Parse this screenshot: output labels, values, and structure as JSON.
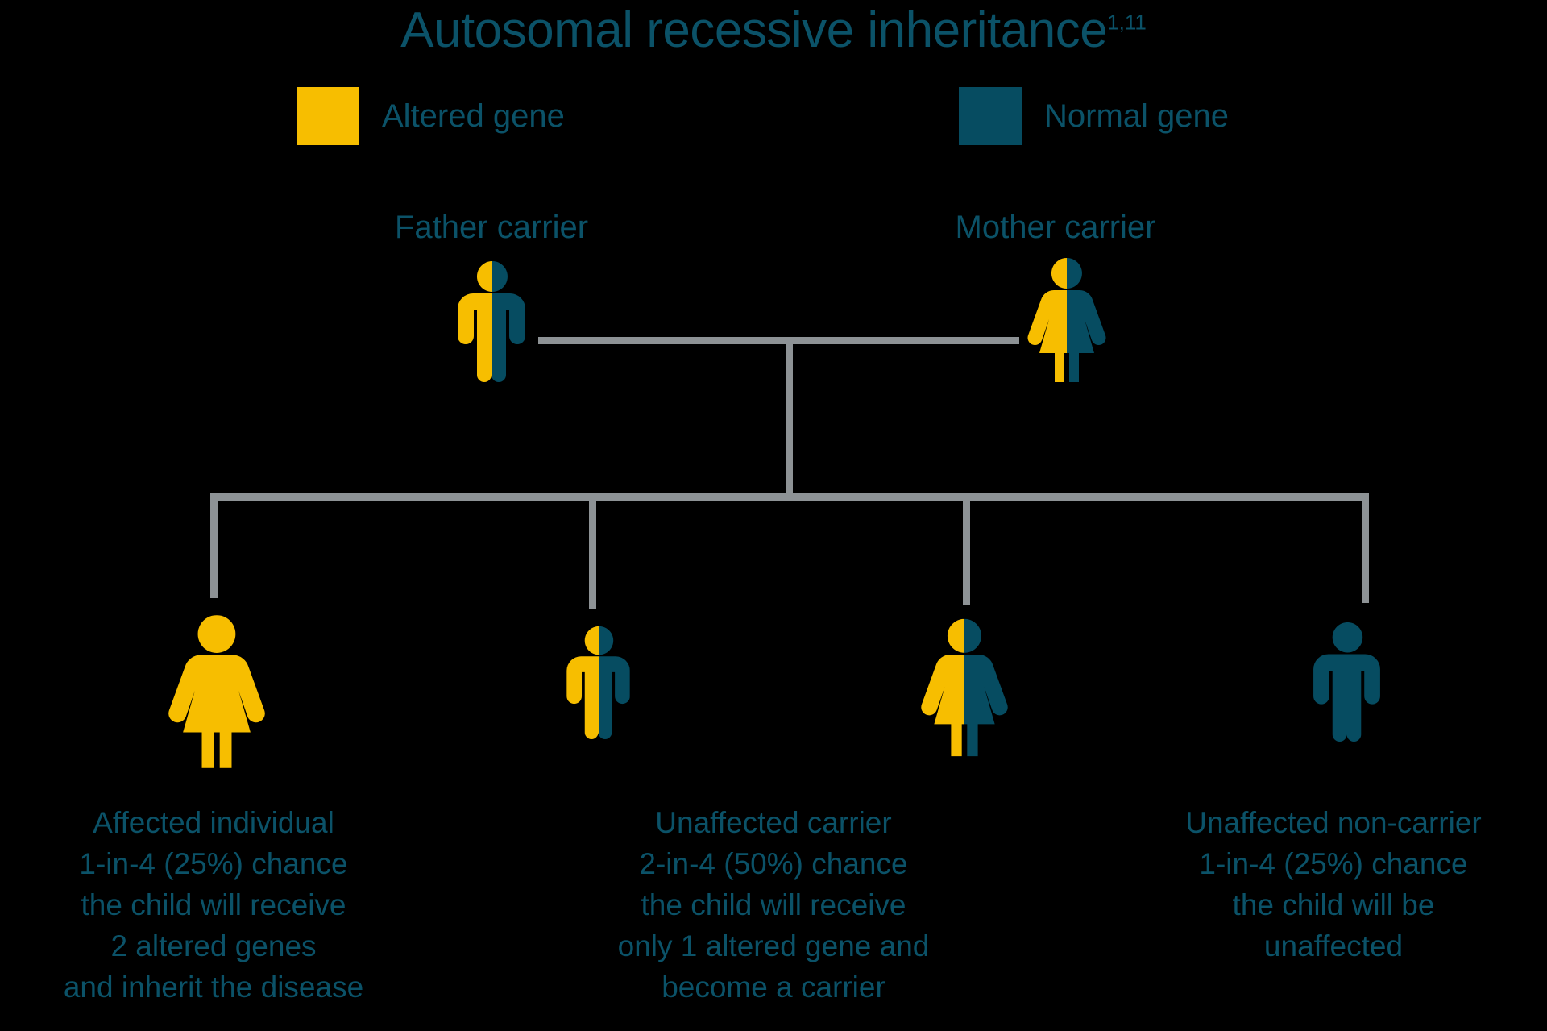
{
  "title": {
    "text": "Autosomal recessive inheritance",
    "superscript": "1,11"
  },
  "colors": {
    "altered_gene": "#F7BE00",
    "normal_gene": "#064C61",
    "text": "#0B5268",
    "connector": "#8D9295",
    "background": "#000000"
  },
  "legend": {
    "items": [
      {
        "label": "Altered gene",
        "color_key": "altered_gene",
        "swatch": "#F7BE00"
      },
      {
        "label": "Normal gene",
        "color_key": "normal_gene",
        "swatch": "#064C61"
      }
    ]
  },
  "parents": [
    {
      "label": "Father carrier",
      "sex": "male",
      "genotype": "carrier",
      "left_half": "altered",
      "right_half": "normal"
    },
    {
      "label": "Mother carrier",
      "sex": "female",
      "genotype": "carrier",
      "left_half": "altered",
      "right_half": "normal"
    }
  ],
  "children": [
    {
      "id": "child-1",
      "sex": "female",
      "genotype": "affected",
      "left_half": "altered",
      "right_half": "altered",
      "caption": {
        "lines": [
          "Affected individual",
          "1-in-4 (25%) chance",
          "the child will receive",
          "2 altered genes",
          "and inherit the disease"
        ]
      }
    },
    {
      "id": "child-2",
      "sex": "male",
      "genotype": "carrier",
      "left_half": "altered",
      "right_half": "normal",
      "caption": {
        "lines": [
          "Unaffected carrier",
          "2-in-4 (50%) chance",
          "the child will receive",
          "only 1 altered gene and",
          "become a carrier"
        ]
      }
    },
    {
      "id": "child-3",
      "sex": "female",
      "genotype": "carrier",
      "left_half": "altered",
      "right_half": "normal",
      "caption": null
    },
    {
      "id": "child-4",
      "sex": "male",
      "genotype": "non-carrier",
      "left_half": "normal",
      "right_half": "normal",
      "caption": {
        "lines": [
          "Unaffected non-carrier",
          "1-in-4 (25%) chance",
          "the child will be",
          "unaffected"
        ]
      }
    }
  ],
  "captions": {
    "affected": {
      "line1": "Affected individual",
      "line2": "1-in-4 (25%) chance",
      "line3": "the child will receive",
      "line4": "2 altered genes",
      "line5": "and inherit the disease"
    },
    "carrier": {
      "line1": "Unaffected carrier",
      "line2": "2-in-4 (50%) chance",
      "line3": "the child will receive",
      "line4": "only 1 altered gene and",
      "line5": "become a carrier"
    },
    "noncarrier": {
      "line1": "Unaffected non-carrier",
      "line2": "1-in-4 (25%) chance",
      "line3": "the child will be",
      "line4": "unaffected"
    }
  }
}
